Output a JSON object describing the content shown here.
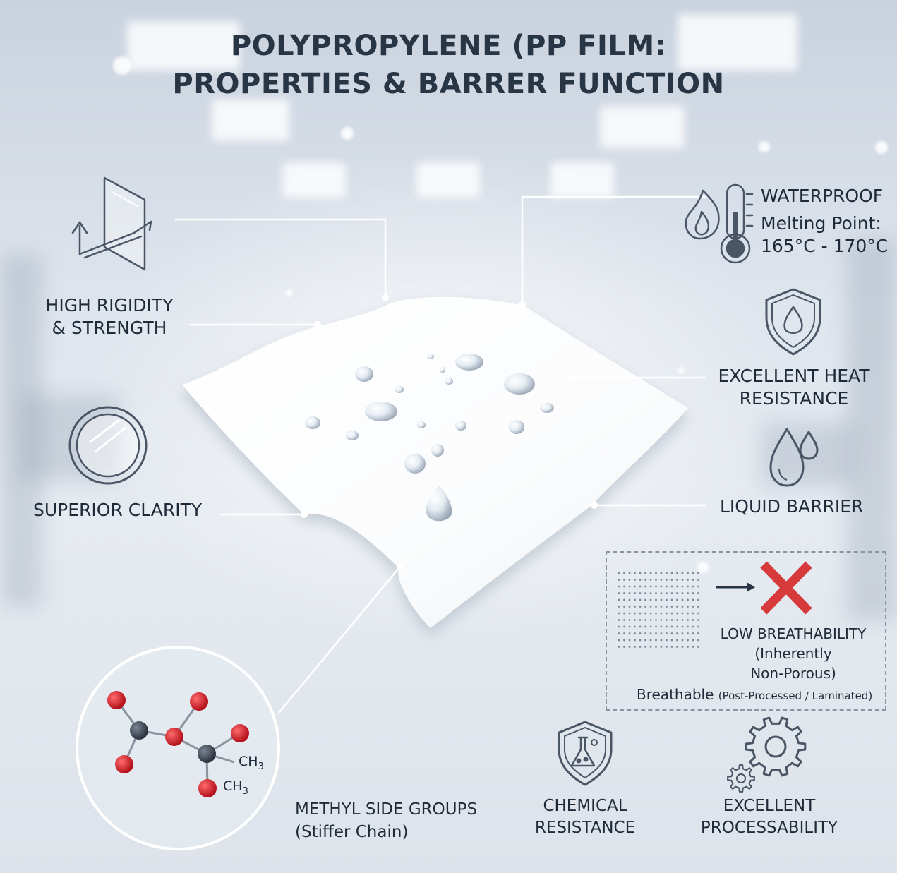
{
  "title": {
    "line1": "POLYPROPYLENE (PP FILM:",
    "line2": "PROPERTIES & BARRER FUNCTION"
  },
  "labels": {
    "rigidity": [
      "HIGH RIGIDITY",
      "& STRENGTH"
    ],
    "clarity": "SUPERIOR CLARITY",
    "waterproof": "WATERPROOF",
    "melting": [
      "Melting Point:",
      "165°C - 170°C"
    ],
    "heat": [
      "EXCELLENT HEAT",
      "RESISTANCE"
    ],
    "liquid": "LIQUID BARRIER",
    "breath": {
      "title": "LOW BREATHABILITY",
      "sub": [
        "(Inherently",
        "Non-Porous)"
      ],
      "breathable": "Breathable",
      "note": "(Post-Processed / Laminated)"
    },
    "methyl": [
      "METHYL SIDE GROUPS",
      "(Stiffer Chain)"
    ],
    "ch3_a": "CH",
    "ch3_b": "CH",
    "sub3": "3",
    "chemical": [
      "CHEMICAL",
      "RESISTANCE"
    ],
    "processability": [
      "EXCELLENT",
      "PROCESSABILITY"
    ]
  },
  "icons": {
    "rigidity": "rigid-sheet-icon",
    "clarity": "lens-icon",
    "temperature": "flame-thermometer-icon",
    "heat": "shield-drop-icon",
    "liquid": "water-drops-icon",
    "blocked": "red-x-icon",
    "chemical": "shield-flask-icon",
    "processing": "gears-icon"
  },
  "colors": {
    "text": "#1f2a38",
    "icon": "#4a5566",
    "x_red": "#d63a3a",
    "oxygen": "#d81f2a",
    "carbon": "#3b4350"
  }
}
